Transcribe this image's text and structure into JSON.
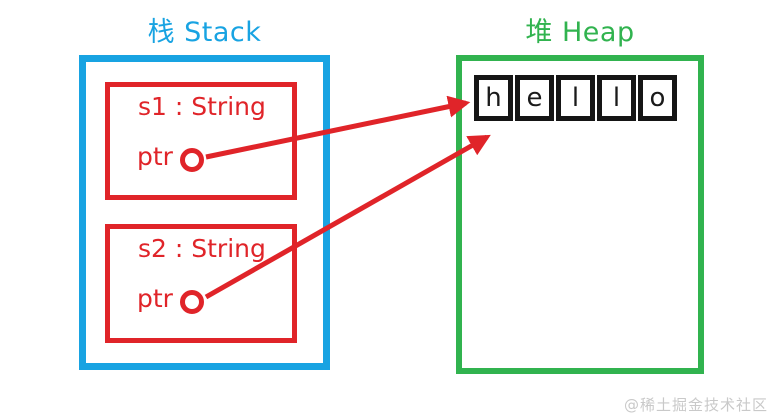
{
  "diagram": {
    "stack": {
      "title": "栈 Stack",
      "frames": [
        {
          "name": "s1 : String",
          "field": "ptr"
        },
        {
          "name": "s2 : String",
          "field": "ptr"
        }
      ]
    },
    "heap": {
      "title": "堆 Heap",
      "cells": [
        "h",
        "e",
        "l",
        "l",
        "o"
      ]
    },
    "watermark": "@稀土掘金技术社区",
    "colors": {
      "stack_border": "#18a3e2",
      "heap_border": "#31b34f",
      "frame_border": "#e02429",
      "arrow": "#e02429",
      "cell_border": "#151515",
      "letter_color": "#1a1a1a",
      "watermark_color": "#c9c9c9"
    }
  }
}
